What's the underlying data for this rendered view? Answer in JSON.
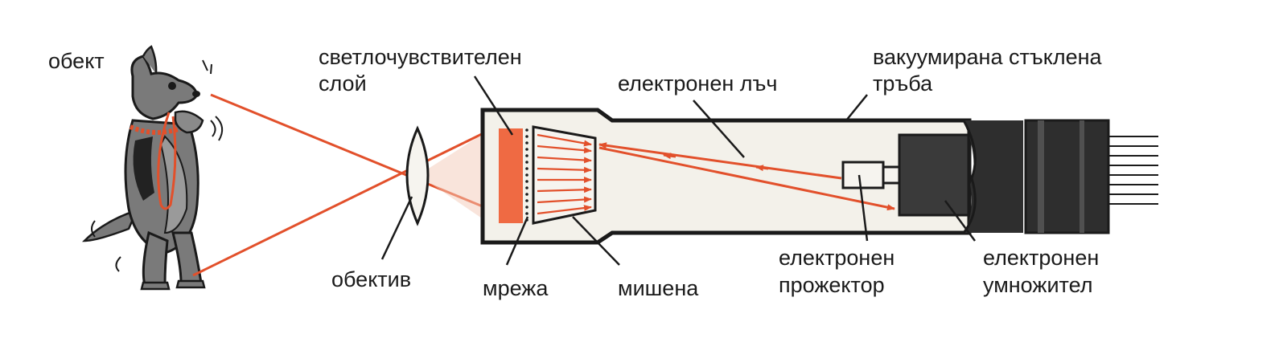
{
  "labels": {
    "object": "обект",
    "photosensitive_layer_line1": "светлочувствителен",
    "photosensitive_layer_line2": "слой",
    "electron_beam": "електронен лъч",
    "vacuum_tube_line1": "вакуумирана стъклена",
    "vacuum_tube_line2": "тръба",
    "lens": "обектив",
    "mesh": "мрежа",
    "target": "мишена",
    "electron_gun_line1": "електронен",
    "electron_gun_line2": "прожектор",
    "electron_multiplier_line1": "електронен",
    "electron_multiplier_line2": "умножител"
  },
  "colors": {
    "ray": "#e2502b",
    "photosensitive_layer": "#ef6a43",
    "tube_fill": "#f3f1ea",
    "outline": "#1a1a1a",
    "dark_component": "#3a3a3a"
  }
}
